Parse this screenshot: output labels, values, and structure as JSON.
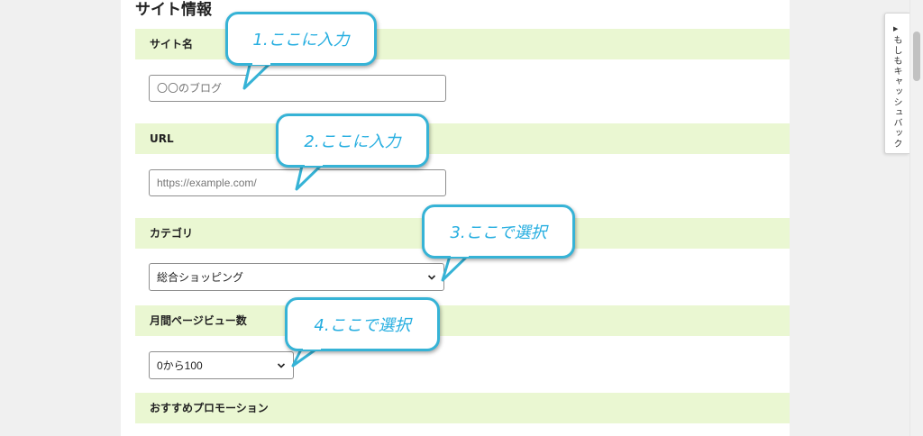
{
  "form": {
    "heading": "サイト情報",
    "site_name": {
      "label": "サイト名",
      "placeholder": "〇〇のブログ"
    },
    "url": {
      "label": "URL",
      "placeholder": "https://example.com/"
    },
    "category": {
      "label": "カテゴリ",
      "selected": "総合ショッピング"
    },
    "pageviews": {
      "label": "月間ページビュー数",
      "selected": "0から100"
    },
    "promotion": {
      "label": "おすすめプロモーション"
    }
  },
  "callouts": {
    "c1": "1.ここに入力",
    "c2": "2.ここに入力",
    "c3": "3.ここで選択",
    "c4": "4.ここで選択"
  },
  "side_tab": {
    "arrow": "▶",
    "label": "もしもキャッシュバック"
  },
  "colors": {
    "label_bg": "#eaf7d2",
    "callout_border": "#36b3d6",
    "callout_text": "#26aee0"
  }
}
